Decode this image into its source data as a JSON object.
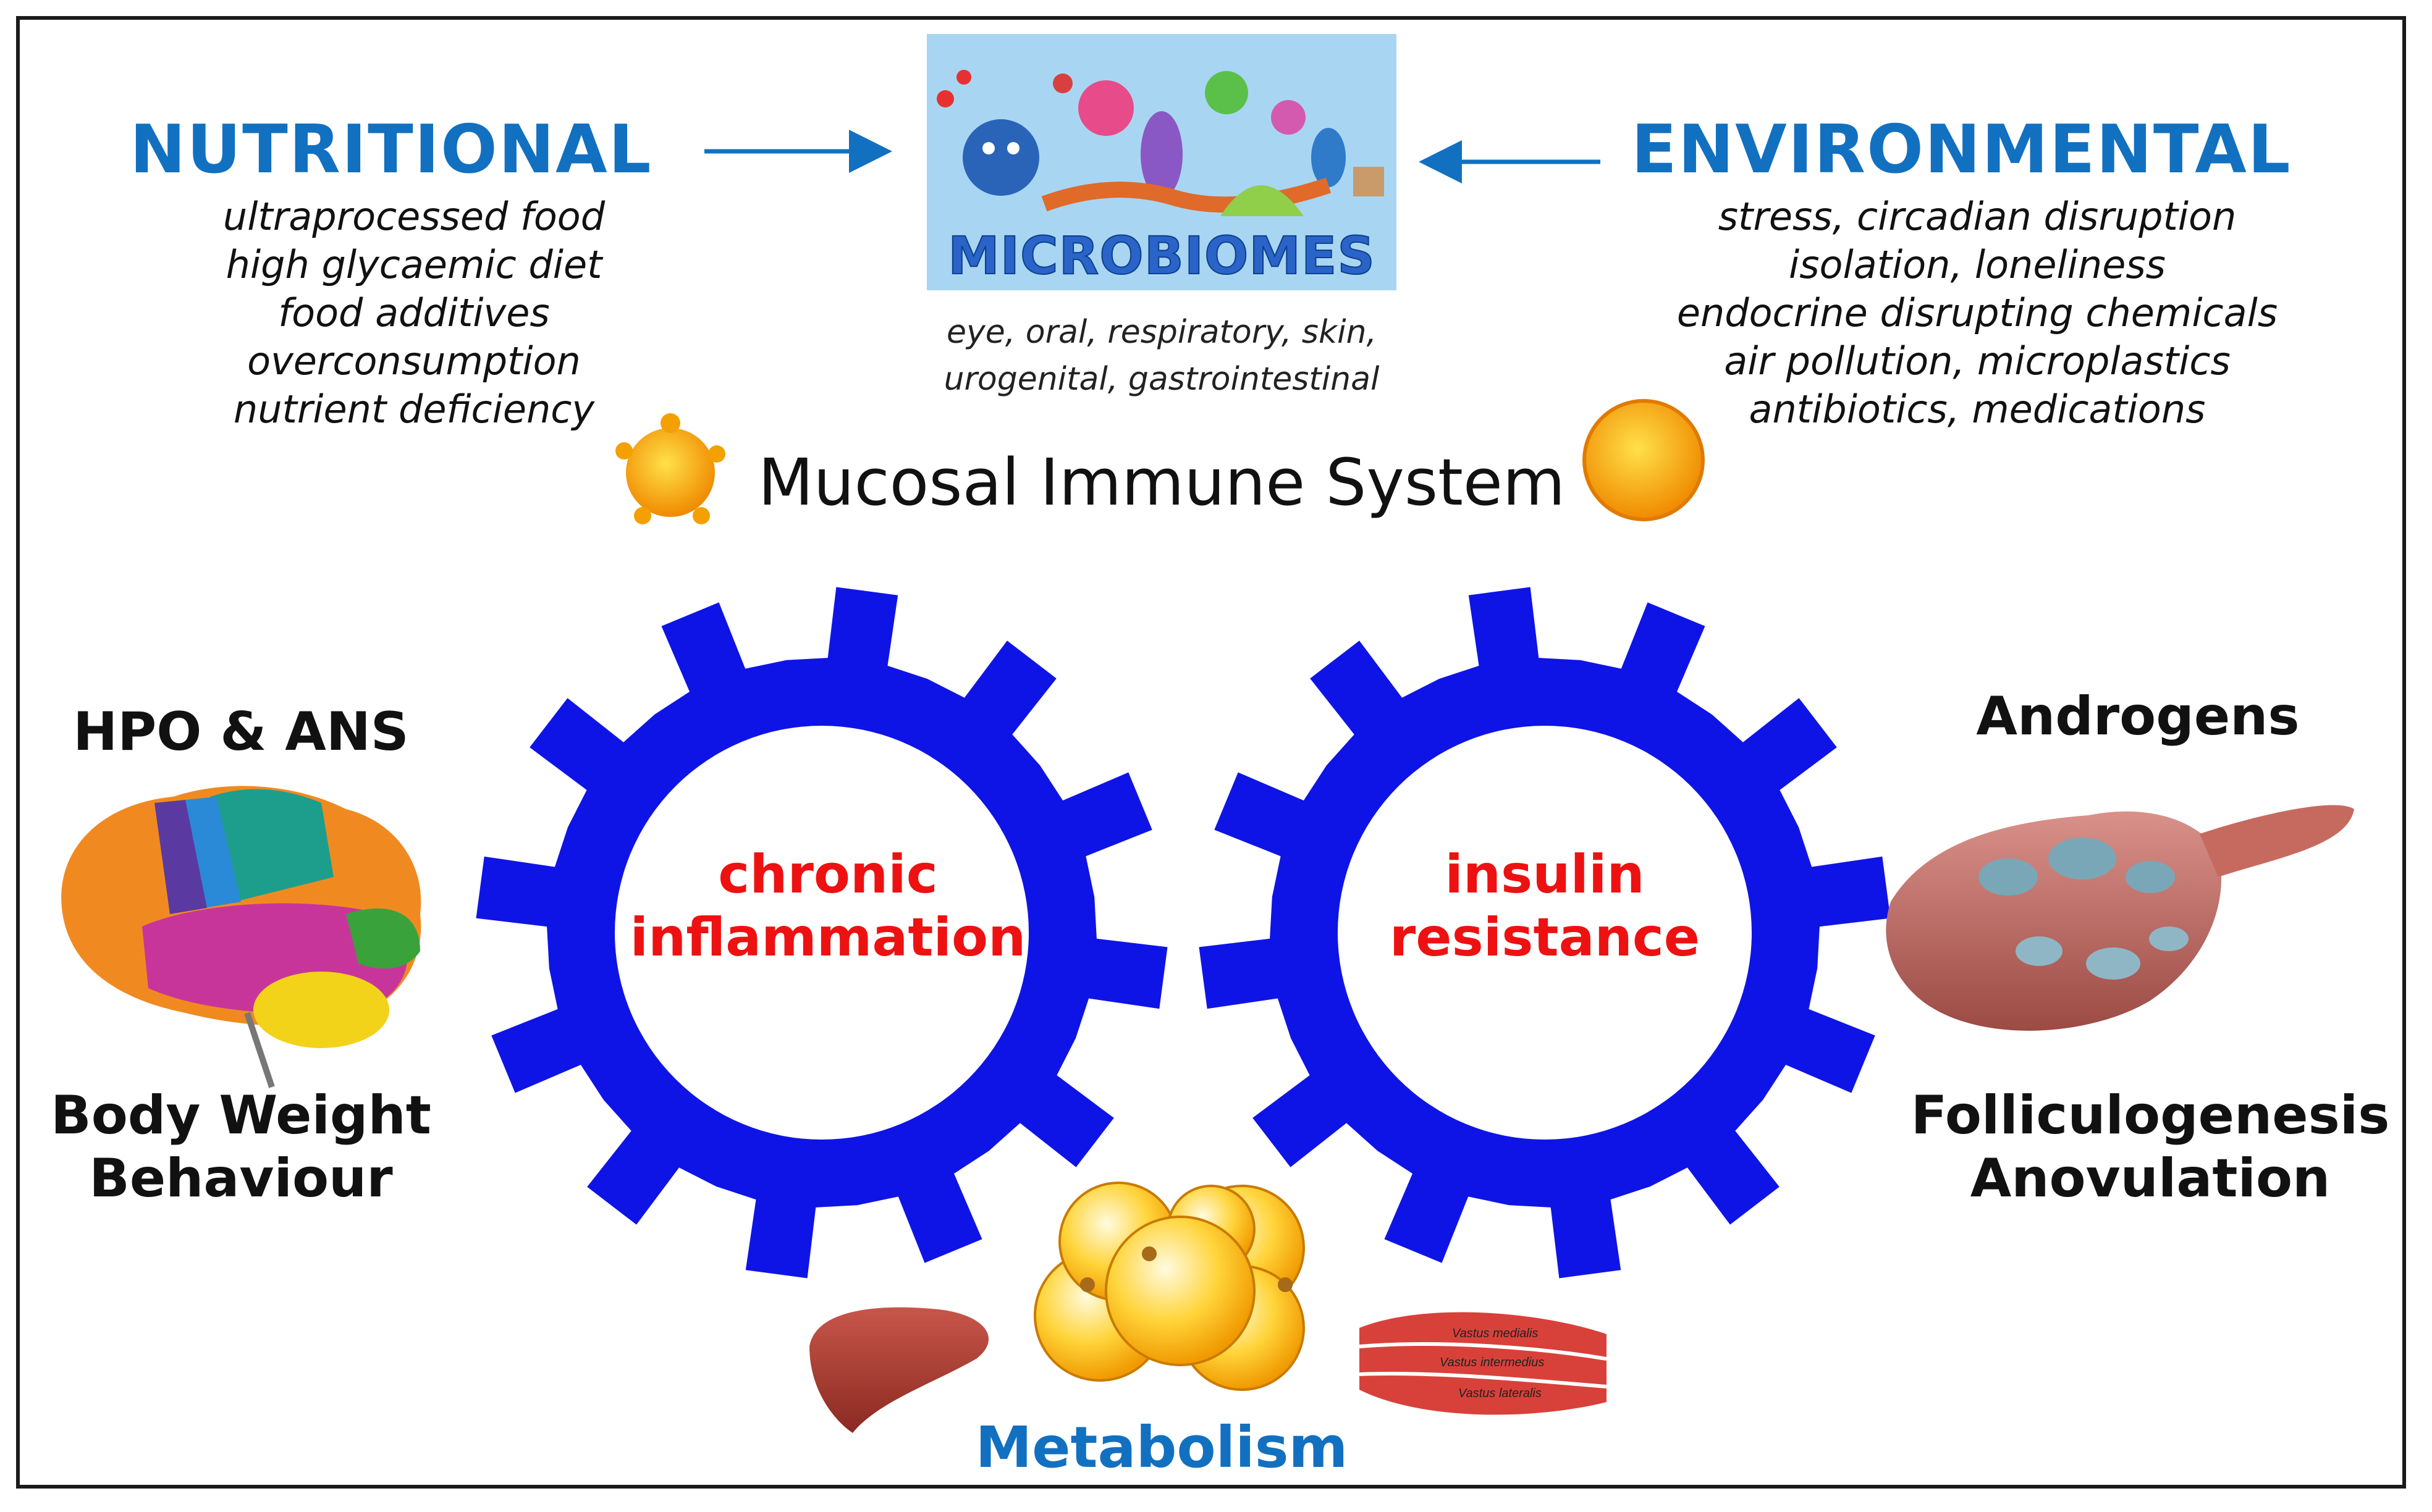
{
  "nutritional": {
    "title": "NUTRITIONAL",
    "items": [
      "ultraprocessed food",
      "high glycaemic diet",
      "food additives",
      "overconsumption",
      "nutrient deficiency"
    ]
  },
  "environmental": {
    "title": "ENVIRONMENTAL",
    "items": [
      "stress, circadian disruption",
      "isolation, loneliness",
      "endocrine disrupting chemicals",
      "air pollution, microplastics",
      "antibiotics, medications"
    ]
  },
  "microbiomes": {
    "label": "MICROBIOMES",
    "sites_line1": "eye, oral, respiratory, skin,",
    "sites_line2": "urogenital, gastrointestinal"
  },
  "mucosal": {
    "label": "Mucosal Immune System"
  },
  "left": {
    "top_label": "HPO & ANS",
    "bottom_line1": "Body Weight",
    "bottom_line2": "Behaviour"
  },
  "right": {
    "top_label": "Androgens",
    "bottom_line1": "Folliculogenesis",
    "bottom_line2": "Anovulation"
  },
  "gears": {
    "left_line1": "chronic",
    "left_line2": "inflammation",
    "right_line1": "insulin",
    "right_line2": "resistance"
  },
  "metabolism": {
    "label": "Metabolism"
  },
  "muscle_labels": [
    "Vastus medialis",
    "Vastus intermedius",
    "Vastus lateralis"
  ],
  "colors": {
    "heading_blue": "#1270c0",
    "gear_blue": "#0f14e6",
    "red_text": "#ee1111",
    "immune_orange": "#f5a300"
  }
}
